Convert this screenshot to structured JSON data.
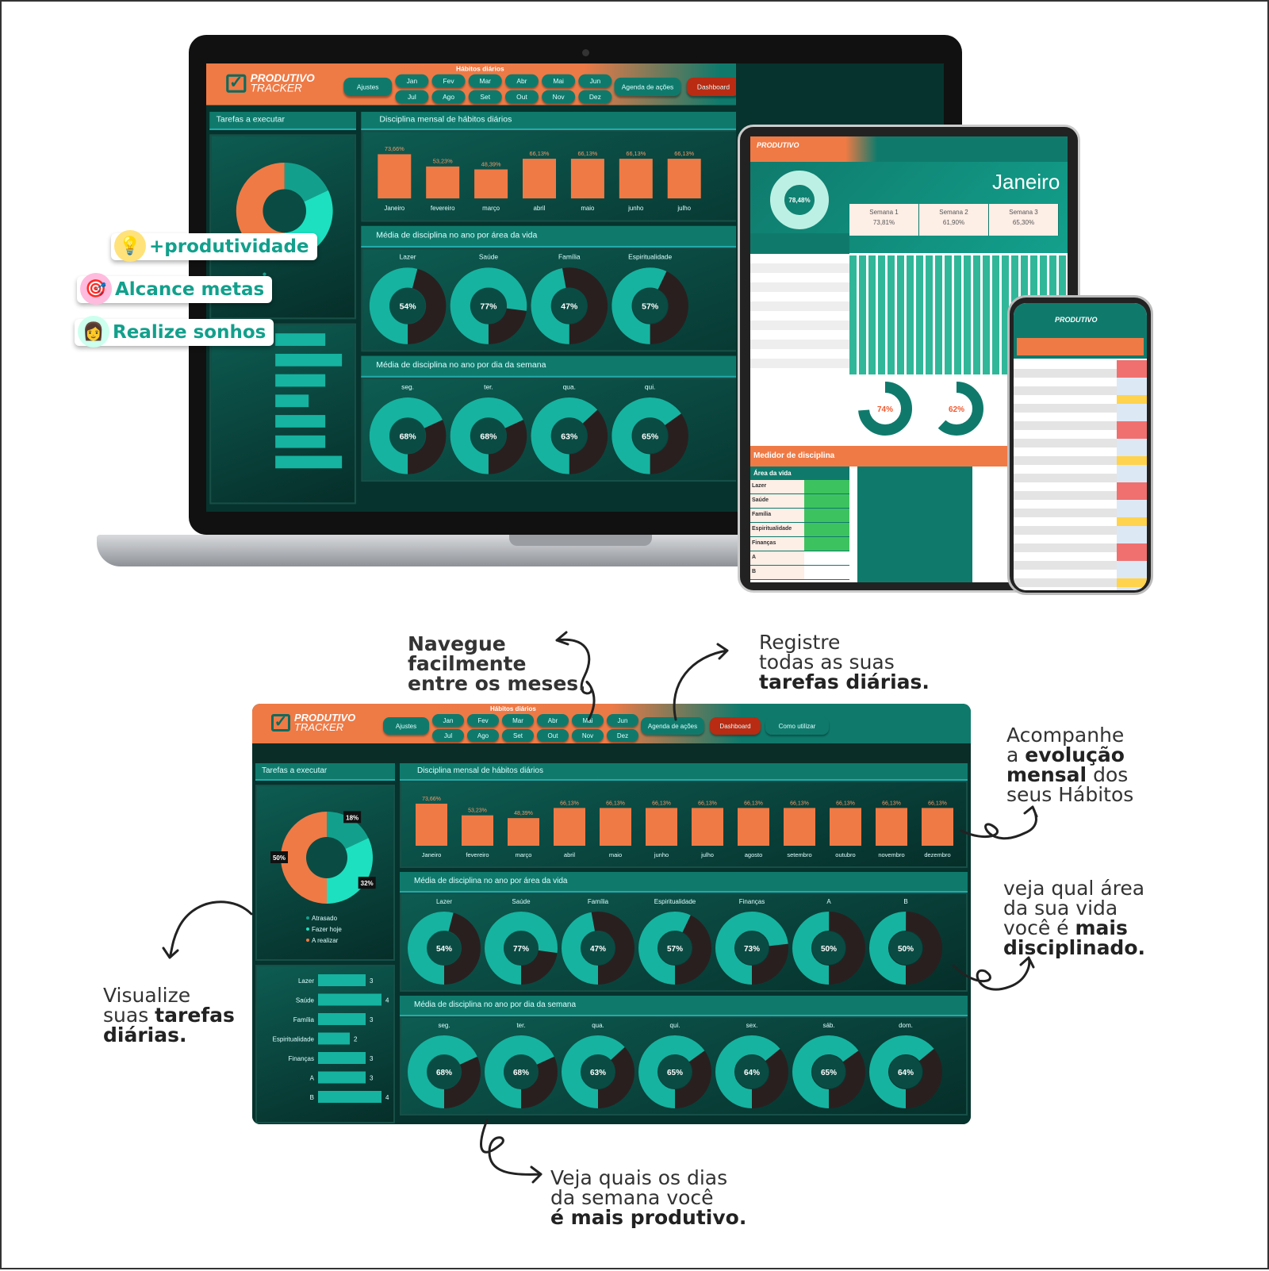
{
  "dashboard": {
    "logo": {
      "line1": "PRODUTIVO",
      "line2": "TRACKER"
    },
    "nav": {
      "section_label": "Hábitos diários",
      "settings": "Ajustes",
      "months": [
        "Jan",
        "Fev",
        "Mar",
        "Abr",
        "Mai",
        "Jun",
        "Jul",
        "Ago",
        "Set",
        "Out",
        "Nov",
        "Dez"
      ],
      "agenda": "Agenda de ações",
      "dashboard": "Dashboard",
      "how_to": "Como utilizar"
    },
    "tasks_title": "Tarefas a executar",
    "monthly_title": "Disciplina mensal de hábitos diários",
    "area_title": "Média de disciplina no ano por área da vida",
    "weekday_title": "Média de disciplina no ano por dia da semana",
    "colors": {
      "orange": "#ef7a45",
      "teal": "#0f7a6c",
      "accent": "#1de0c0",
      "dark": "#06332d",
      "red": "#b92b12"
    }
  },
  "chart_data": [
    {
      "type": "pie",
      "name": "tasks",
      "labels": [
        "Atrasado",
        "Fazer hoje",
        "A realizar"
      ],
      "values": [
        18,
        32,
        50
      ],
      "value_labels": [
        "18%",
        "32%",
        "50%"
      ]
    },
    {
      "type": "bar",
      "name": "tasks_by_area",
      "categories": [
        "Lazer",
        "Saúde",
        "Família",
        "Espiritualidade",
        "Finanças",
        "A",
        "B"
      ],
      "values": [
        3,
        4,
        3,
        2,
        3,
        3,
        4
      ]
    },
    {
      "type": "bar",
      "name": "monthly",
      "title": "Disciplina mensal de hábitos diários",
      "categories": [
        "Janeiro",
        "fevereiro",
        "março",
        "abril",
        "maio",
        "junho",
        "julho",
        "agosto",
        "setembro",
        "outubro",
        "novembro",
        "dezembro"
      ],
      "values": [
        73.66,
        53.23,
        48.39,
        66.13,
        66.13,
        66.13,
        66.13,
        66.13,
        66.13,
        66.13,
        66.13,
        66.13
      ],
      "value_labels": [
        "73,66%",
        "53,23%",
        "48,39%",
        "66,13%",
        "66,13%",
        "66,13%",
        "66,13%",
        "66,13%",
        "66,13%",
        "66,13%",
        "66,13%",
        "66,13%"
      ]
    },
    {
      "type": "pie",
      "name": "by_area",
      "categories": [
        "Lazer",
        "Saúde",
        "Família",
        "Espiritualidade",
        "Finanças",
        "A",
        "B"
      ],
      "values": [
        54,
        77,
        47,
        57,
        73,
        50,
        50
      ],
      "value_labels": [
        "54%",
        "77%",
        "47%",
        "57%",
        "73%",
        "50%",
        "50%"
      ]
    },
    {
      "type": "pie",
      "name": "by_weekday",
      "categories": [
        "seg.",
        "ter.",
        "qua.",
        "qui.",
        "sex.",
        "sáb.",
        "dom."
      ],
      "values": [
        68,
        68,
        63,
        65,
        64,
        65,
        64
      ],
      "value_labels": [
        "68%",
        "68%",
        "63%",
        "65%",
        "64%",
        "65%",
        "64%"
      ]
    }
  ],
  "badges": [
    "+produtividade",
    "Alcance metas",
    "Realize sonhos"
  ],
  "tablet": {
    "month": "Janeiro",
    "total": "78,48%",
    "weeks": [
      {
        "label": "Semana 1",
        "value": "73,81%"
      },
      {
        "label": "Semana 2",
        "value": "61,90%"
      },
      {
        "label": "Semana 3",
        "value": "65,30%"
      }
    ],
    "week_donuts": [
      "74%",
      "62%"
    ],
    "meter_title": "Medidor de disciplina",
    "area_header": "Área da vida",
    "areas": [
      "Lazer",
      "Saúde",
      "Família",
      "Espiritualidade",
      "Finanças",
      "A",
      "B"
    ]
  },
  "notes": {
    "navigate": [
      "Navegue",
      "facilmente",
      "entre os meses."
    ],
    "register": {
      "l1": "Registre",
      "l2": "todas as suas",
      "l3": "tarefas diárias."
    },
    "follow": {
      "l1": "Acompanhe",
      "l2a": "a ",
      "l2b": "evolução",
      "l3a": "mensal",
      "l3b": " dos",
      "l4": "seus Hábitos"
    },
    "area": {
      "l1": "veja qual área",
      "l2": "da sua vida",
      "l3a": "você é ",
      "l3b": "mais",
      "l4": "disciplinado."
    },
    "visualize": {
      "l1": "Visualize",
      "l2a": "suas ",
      "l2b": "tarefas",
      "l3": "diárias."
    },
    "days": {
      "l1": "Veja quais os dias",
      "l2": "da semana você",
      "l3": "é mais produtivo."
    }
  }
}
